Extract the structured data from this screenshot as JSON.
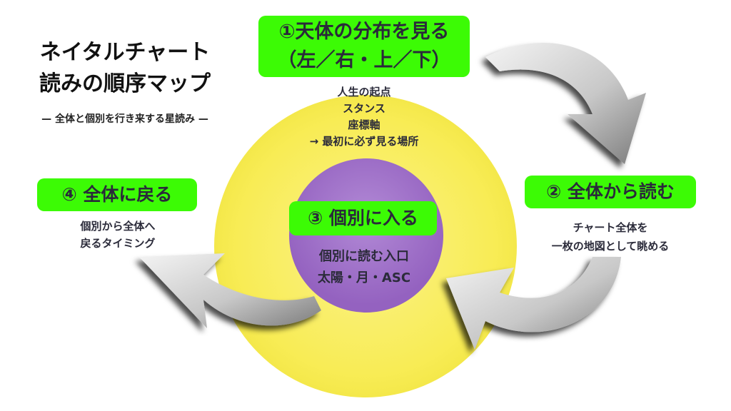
{
  "title": {
    "line1": "ネイタルチャート",
    "line2": "読みの順序マップ"
  },
  "subtitle": "— 全体と個別を行き来する星読み —",
  "steps": [
    {
      "label_line1": "①天体の分布を見る",
      "label_line2": "（左／右・上／下）",
      "desc": [
        "人生の起点",
        "スタンス",
        "座標軸",
        "→ 最初に必ず見る場所"
      ]
    },
    {
      "label": "② 全体から読む",
      "desc": [
        "チャート全体を",
        "一枚の地図として眺める"
      ]
    },
    {
      "label": "③ 個別に入る",
      "desc": [
        "個別に読む入口",
        "太陽・月・ASC"
      ]
    },
    {
      "label": "④ 全体に戻る",
      "desc": [
        "個別から全体へ",
        "戻るタイミング"
      ]
    }
  ],
  "colors": {
    "label_bg": "#3cfb05",
    "outer_circle": "#f8ee5e",
    "inner_circle": "#a070c8"
  }
}
